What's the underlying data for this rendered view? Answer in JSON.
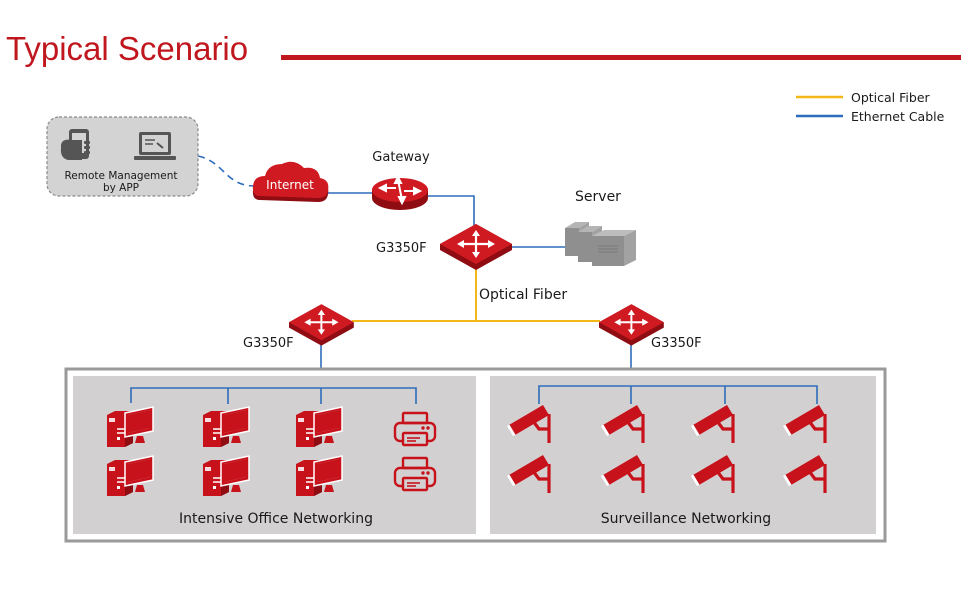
{
  "header": {
    "title": "Typical Scenario"
  },
  "legend": {
    "items": [
      {
        "label": "Optical Fiber",
        "color": "#f3b818"
      },
      {
        "label": "Ethernet Cable",
        "color": "#2e6dbb"
      }
    ]
  },
  "colors": {
    "accent": "#c0171e",
    "device_red": "#c8121b",
    "fiber": "#f3b818",
    "ethernet": "#2e6dbb",
    "zone_fill": "#d2d0d1",
    "zone_border": "#9a9a9a"
  },
  "nodes": {
    "remote": {
      "label_line1": "Remote Management",
      "label_line2": "by APP",
      "icons": [
        "smartphone-icon",
        "laptop-icon"
      ]
    },
    "internet": {
      "label": "Internet"
    },
    "gateway": {
      "label": "Gateway"
    },
    "core_switch": {
      "label": "G3350F"
    },
    "server": {
      "label": "Server"
    },
    "fiber_label": "Optical Fiber",
    "left_switch": {
      "label": "G3350F"
    },
    "right_switch": {
      "label": "G3350F"
    }
  },
  "zones": {
    "office": {
      "label": "Intensive Office Networking",
      "devices": [
        "computer",
        "computer",
        "computer",
        "printer",
        "computer",
        "computer",
        "computer",
        "printer"
      ]
    },
    "surveillance": {
      "label": "Surveillance Networking",
      "devices": [
        "camera",
        "camera",
        "camera",
        "camera",
        "camera",
        "camera",
        "camera",
        "camera"
      ]
    }
  }
}
